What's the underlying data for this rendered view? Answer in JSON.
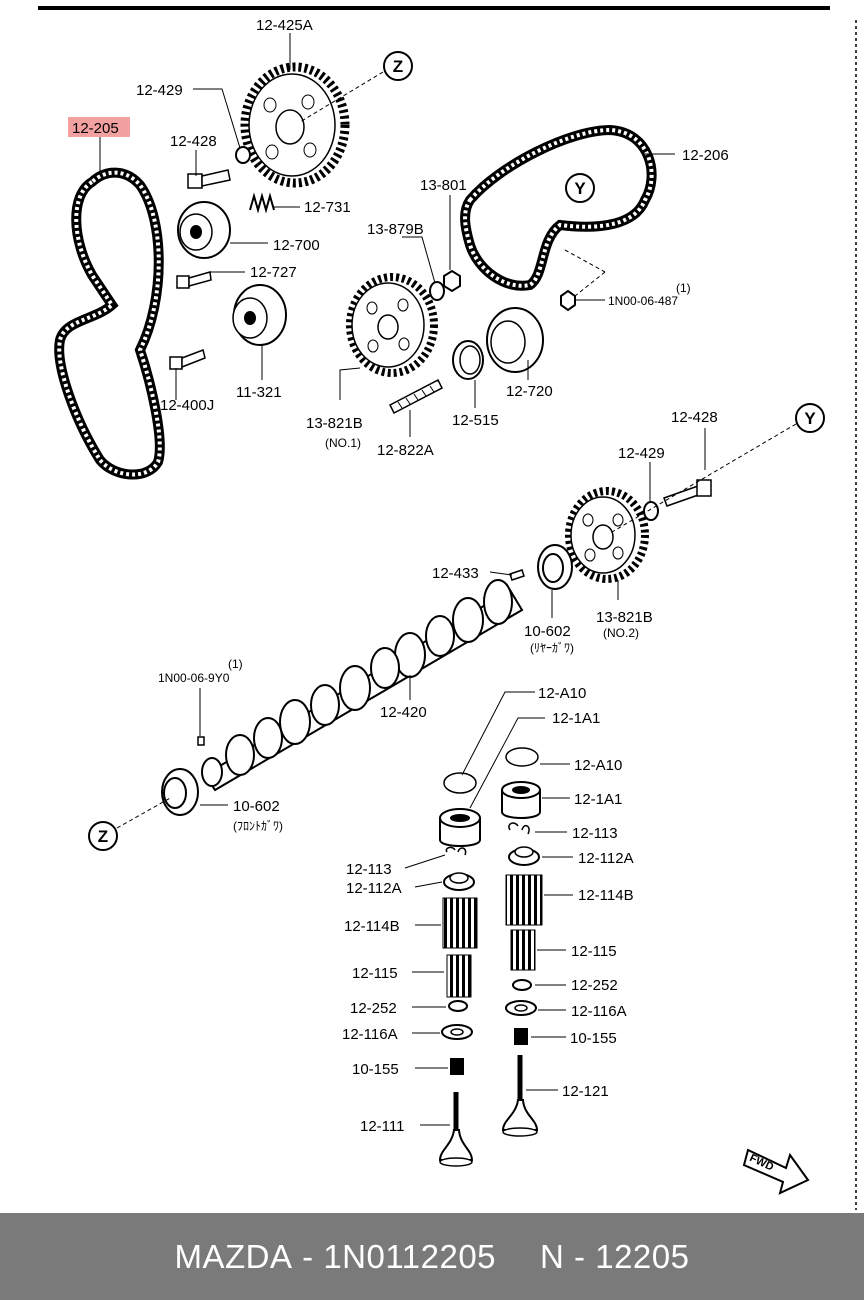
{
  "labels": {
    "p12_425A": "12-425A",
    "p12_429_top": "12-429",
    "p12_205": "12-205",
    "p12_428_top": "12-428",
    "p12_731": "12-731",
    "p12_700": "12-700",
    "p12_727": "12-727",
    "p11_321": "11-321",
    "p12_400J": "12-400J",
    "p12_206": "12-206",
    "p13_801": "13-801",
    "p13_879B": "13-879B",
    "p1N00_06_487": "1N00-06-487",
    "q1_487": "(1)",
    "p12_720": "12-720",
    "p12_515": "12-515",
    "p13_821B_1": "13-821B",
    "no1": "(NO.1)",
    "p12_822A": "12-822A",
    "p12_428_mid": "12-428",
    "p12_429_mid": "12-429",
    "p12_433": "12-433",
    "p13_821B_2": "13-821B",
    "no2": "(NO.2)",
    "p10_602_rear": "10-602",
    "rear_kana": "(ﾘﾔｰｶﾞﾜ)",
    "p1N00_06_9Y0": "1N00-06-9Y0",
    "q1_9y0": "(1)",
    "p12_420": "12-420",
    "p10_602_front": "10-602",
    "front_kana": "(ﾌﾛﾝﾄｶﾞﾜ)",
    "p12_A10_l": "12-A10",
    "p12_1A1_l": "12-1A1",
    "p12_113_l": "12-113",
    "p12_112A_l": "12-112A",
    "p12_114B_l": "12-114B",
    "p12_115_l": "12-115",
    "p12_252_l": "12-252",
    "p12_116A_l": "12-116A",
    "p10_155_l": "10-155",
    "p12_111": "12-111",
    "p12_A10_r": "12-A10",
    "p12_1A1_r": "12-1A1",
    "p12_113_r": "12-113",
    "p12_112A_r": "12-112A",
    "p12_114B_r": "12-114B",
    "p12_115_r": "12-115",
    "p12_252_r": "12-252",
    "p12_116A_r": "12-116A",
    "p10_155_r": "10-155",
    "p12_121": "12-121",
    "z_mark": "Z",
    "y_mark": "Y",
    "fwd": "FWD"
  },
  "colors": {
    "highlight": "#f2a0a0",
    "footer_bg": "#7a7a7a",
    "footer_text": "#ffffff"
  },
  "footer": {
    "brand": "MAZDA",
    "sep1": " - ",
    "part_number": "1N0112205",
    "code_prefix": "N",
    "sep2": " - ",
    "code": "12205"
  }
}
